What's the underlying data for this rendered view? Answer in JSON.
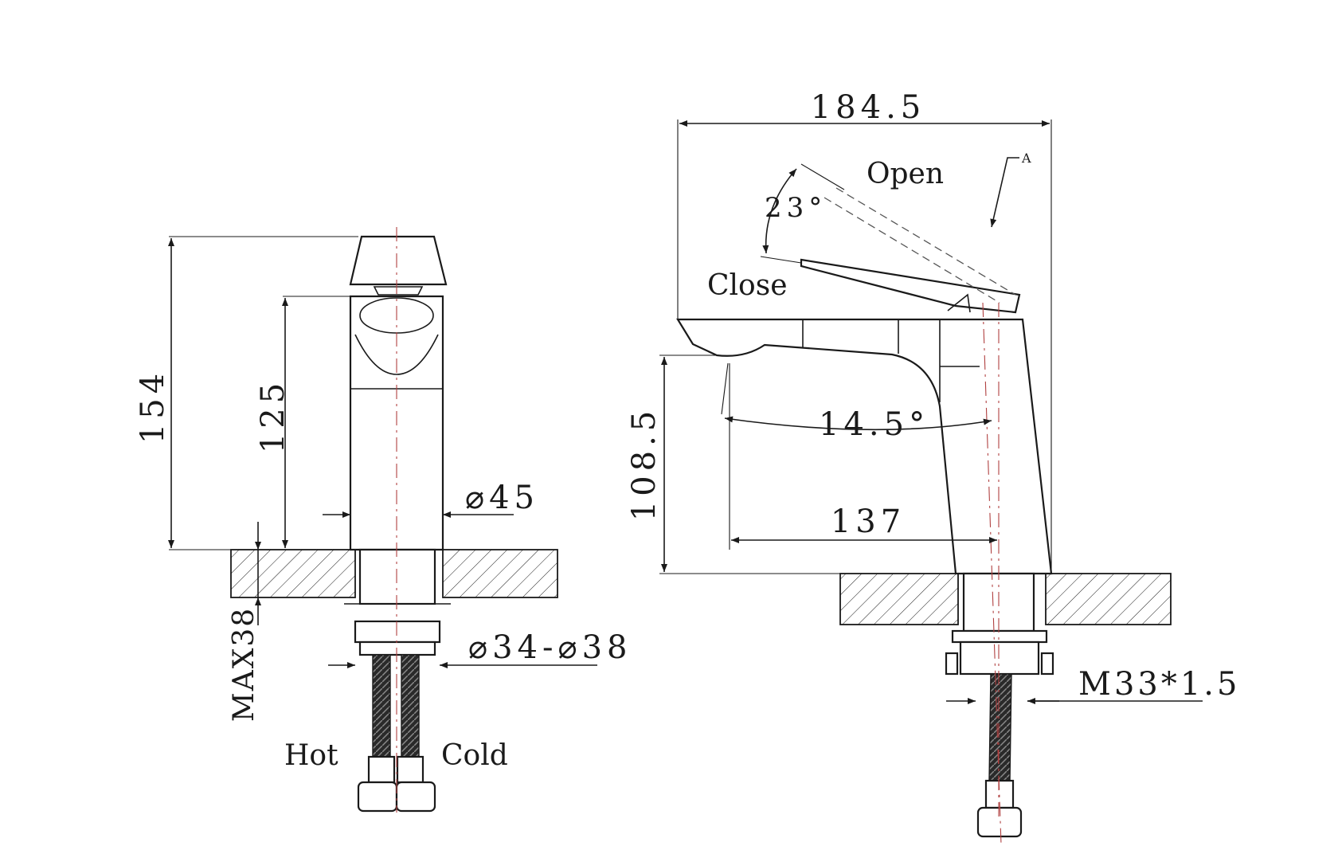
{
  "front_view": {
    "dim_total_height": "154",
    "dim_body_height": "125",
    "dim_body_diameter": "⌀45",
    "dim_hole_diameter": "⌀34-⌀38",
    "dim_max_deck": "MAX38",
    "label_hot": "Hot",
    "label_cold": "Cold"
  },
  "side_view": {
    "dim_overall_length": "184.5",
    "dim_spout_height": "108.5",
    "dim_spout_reach": "137",
    "dim_spout_angle": "14.5°",
    "dim_handle_angle": "23°",
    "label_open": "Open",
    "label_close": "Close",
    "dim_thread": "M33*1.5",
    "section_marker": "A"
  },
  "colors": {
    "line": "#1a1a1a",
    "centerline": "#b04040"
  }
}
